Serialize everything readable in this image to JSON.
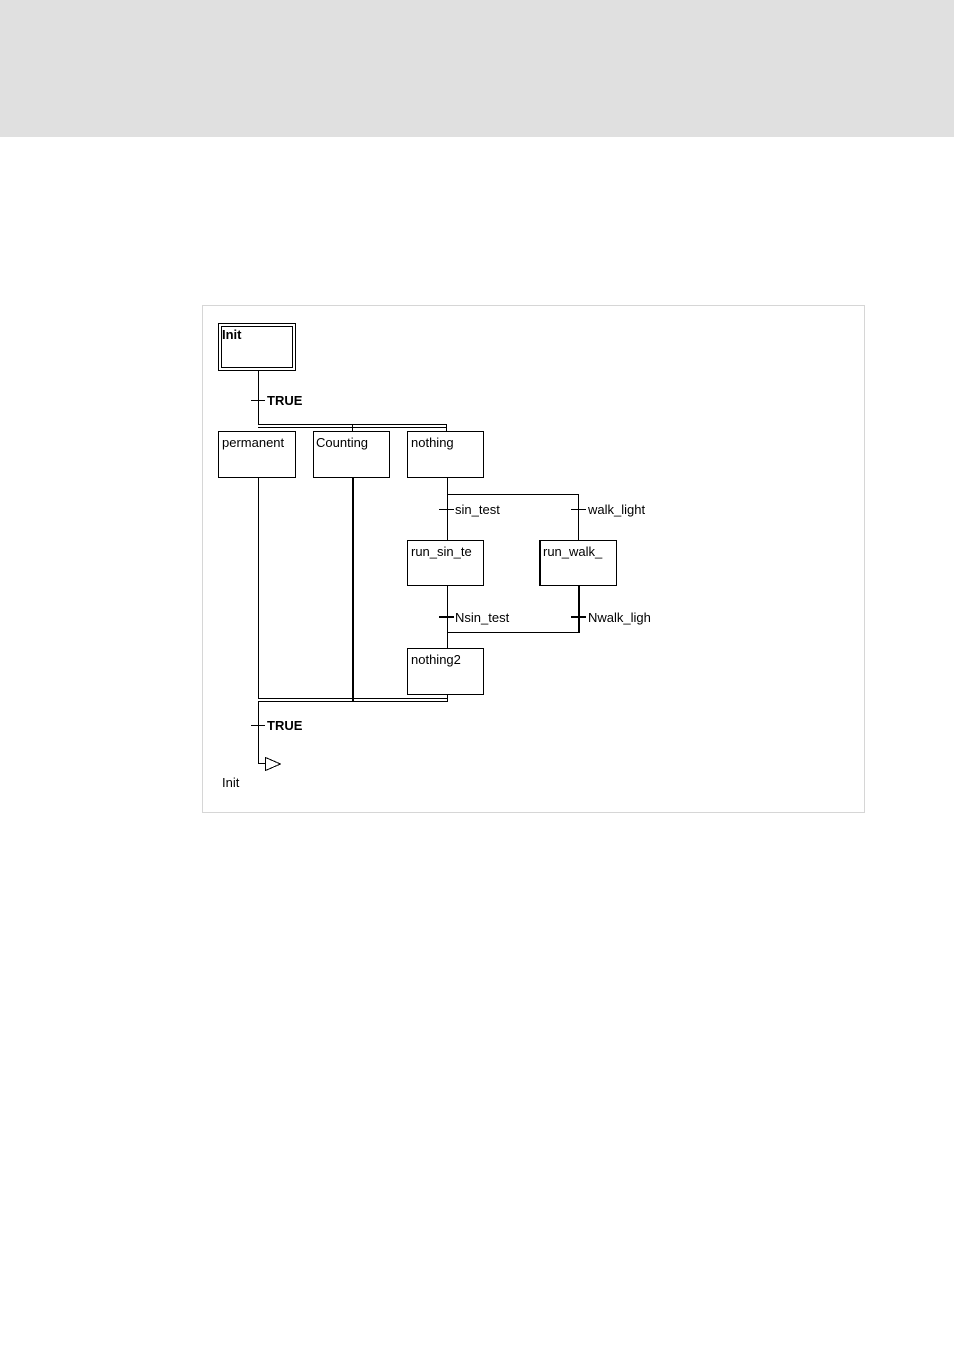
{
  "diagram": {
    "steps": {
      "init": "Init",
      "permanent": "permanent",
      "counting": "Counting",
      "nothing": "nothing",
      "run_sin": "run_sin_te",
      "run_walk": "run_walk_",
      "nothing2": "nothing2"
    },
    "transitions": {
      "t_true_top": "TRUE",
      "t_sin_test": "sin_test",
      "t_walk_light": "walk_light",
      "t_nsin_test": "Nsin_test",
      "t_nwalk_ligh": "Nwalk_ligh",
      "t_true_bottom": "TRUE"
    },
    "jump": {
      "target": "Init"
    }
  }
}
